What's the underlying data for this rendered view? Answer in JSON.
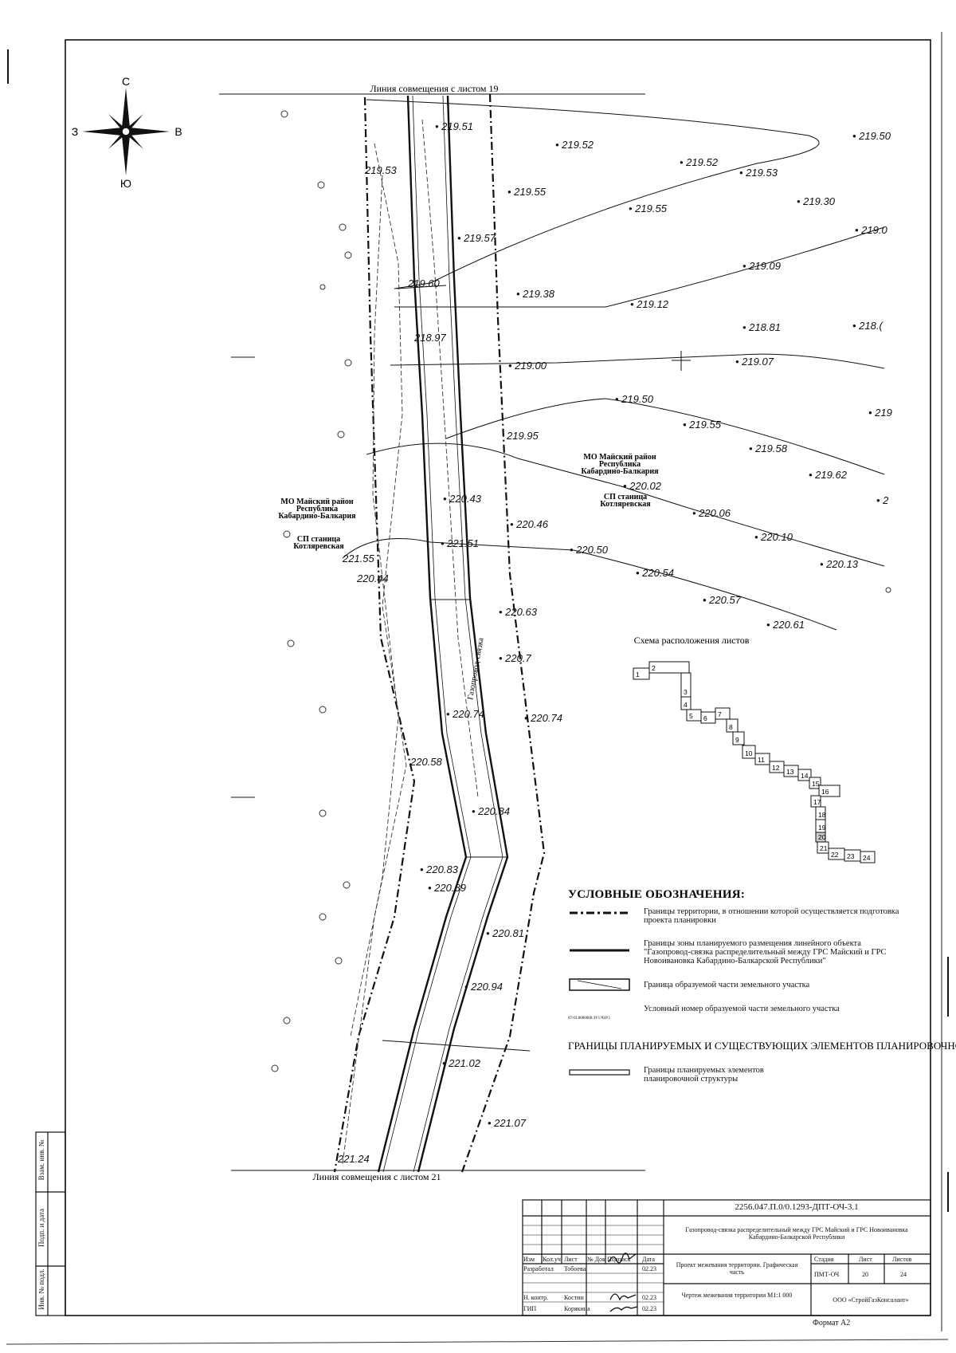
{
  "compass": {
    "n": "С",
    "s": "Ю",
    "w": "З",
    "e": "В"
  },
  "match_lines": {
    "top": "Линия совмещения с листом 19",
    "bottom": "Линия совмещения с листом 21"
  },
  "elevations": [
    {
      "label": "• 219.51"
    },
    {
      "label": "• 219.52"
    },
    {
      "label": "• 219.52"
    },
    {
      "label": "• 219.53"
    },
    {
      "label": "• 219.50"
    },
    {
      "label": "• 219.55"
    },
    {
      "label": "• 219.55"
    },
    {
      "label": "• 219.30"
    },
    {
      "label": "• 219.57"
    },
    {
      "label": "• 219.0"
    },
    {
      "label": "• 219.09"
    },
    {
      "label": "• 219.38"
    },
    {
      "label": "• 219.12"
    },
    {
      "label": "• 218.81"
    },
    {
      "label": "• 218.("
    },
    {
      "label": "• 219.00"
    },
    {
      "label": "• 219.07"
    },
    {
      "label": "• 219.50"
    },
    {
      "label": "• 219"
    },
    {
      "label": "• 219.55"
    },
    {
      "label": "219.95"
    },
    {
      "label": "• 219.58"
    },
    {
      "label": "• 219.62"
    },
    {
      "label": "• 220.02"
    },
    {
      "label": "• 2"
    },
    {
      "label": "• 220.06"
    },
    {
      "label": "• 220.43"
    },
    {
      "label": "• 220.46"
    },
    {
      "label": "• 220.10"
    },
    {
      "label": "• 221.51"
    },
    {
      "label": "• 220.50"
    },
    {
      "label": "• 220.13"
    },
    {
      "label": "• 220.54"
    },
    {
      "label": "• 220.57"
    },
    {
      "label": "• 220.63"
    },
    {
      "label": "• 220.61"
    },
    {
      "label": "• 220.7"
    },
    {
      "label": "• 220.74"
    },
    {
      "label": "• 220.74"
    },
    {
      "label": "• 220.84"
    },
    {
      "label": "• 220.83"
    },
    {
      "label": "• 220.89"
    },
    {
      "label": "• 220.81"
    },
    {
      "label": "• 220.94"
    },
    {
      "label": "• 221.02"
    },
    {
      "label": "• 221.07"
    },
    {
      "label": "221.24"
    },
    {
      "label": "219.53"
    },
    {
      "label": "220.44"
    },
    {
      "label": "221.55"
    },
    {
      "label": "220.58"
    },
    {
      "label": "219.60"
    },
    {
      "label": "218.97"
    }
  ],
  "region_labels": [
    {
      "lines": [
        "МО Майский район",
        "Республика",
        "Кабардино-Балкария"
      ]
    },
    {
      "lines": [
        "СП станица",
        "Котляревская"
      ]
    },
    {
      "lines": [
        "МО Майский район",
        "Республика",
        "Кабардино-Балкария"
      ]
    },
    {
      "lines": [
        "СП станица",
        "Котляревская"
      ]
    }
  ],
  "pipe_label": "Газопровод-связка",
  "scheme": {
    "title": "Схема расположения листов",
    "sheets": [
      "1",
      "2",
      "3",
      "4",
      "5",
      "6",
      "7",
      "8",
      "9",
      "10",
      "11",
      "12",
      "13",
      "14",
      "15",
      "16",
      "17",
      "18",
      "19",
      "20",
      "21",
      "22",
      "23",
      "24"
    ]
  },
  "legend": {
    "title": "УСЛОВНЫЕ ОБОЗНАЧЕНИЯ:",
    "items": [
      {
        "text": "Границы территории, в отношении которой осуществляется подготовка проекта планировки"
      },
      {
        "text": "Границы зоны планируемого размещения линейного объекта \"Газопровод-связка распределительный между ГРС Майский и ГРС Новоивановка Кабардино-Балкарской Республики\""
      },
      {
        "text": "Граница образуемой части земельного участка"
      },
      {
        "text": "Условный номер образуемой части земельного участка"
      }
    ],
    "example_code": "07:03:0000000:ЗУ1/ЧЗУ1",
    "section_title": "ГРАНИЦЫ ПЛАНИРУЕМЫХ И СУЩЕСТВУЮЩИХ ЭЛЕМЕНТОВ ПЛАНИРОВОЧНОЙ СТРУКТУРЫ:",
    "section_items": [
      {
        "text": "Границы планируемых элементов планировочной структуры"
      }
    ]
  },
  "title_block": {
    "code": "2256.047.П.0/0.1293-ДПТ-ОЧ-3.1",
    "object": "Газопровод-связка распределительный между ГРС Майский и ГРС Новоивановка Кабардино-Балкарской Республики",
    "header_cols": [
      "Изм",
      "Кол.уч",
      "Лист",
      "№ Док",
      "Подпись",
      "Дата"
    ],
    "rows": [
      {
        "role": "Разработал",
        "name": "Тобоева",
        "date": "02.23"
      },
      {
        "role": "Н. контр.",
        "name": "Костин",
        "date": "02.23"
      },
      {
        "role": "ГИП",
        "name": "Корякина",
        "date": "02.23"
      }
    ],
    "stage_header": [
      "Стадия",
      "Лист",
      "Листов"
    ],
    "stage_values": [
      "ПМТ-ОЧ",
      "20",
      "24"
    ],
    "section_name": "Проект межевания территории. Графическая часть",
    "drawing_name": "Чертеж межевания территории М1:1 000",
    "company": "ООО «СтройГазКонсалант»",
    "format": "Формат А2"
  },
  "side_stamps": [
    "Взам. инв. №",
    "Подп. и дата",
    "Инв. № подл."
  ]
}
